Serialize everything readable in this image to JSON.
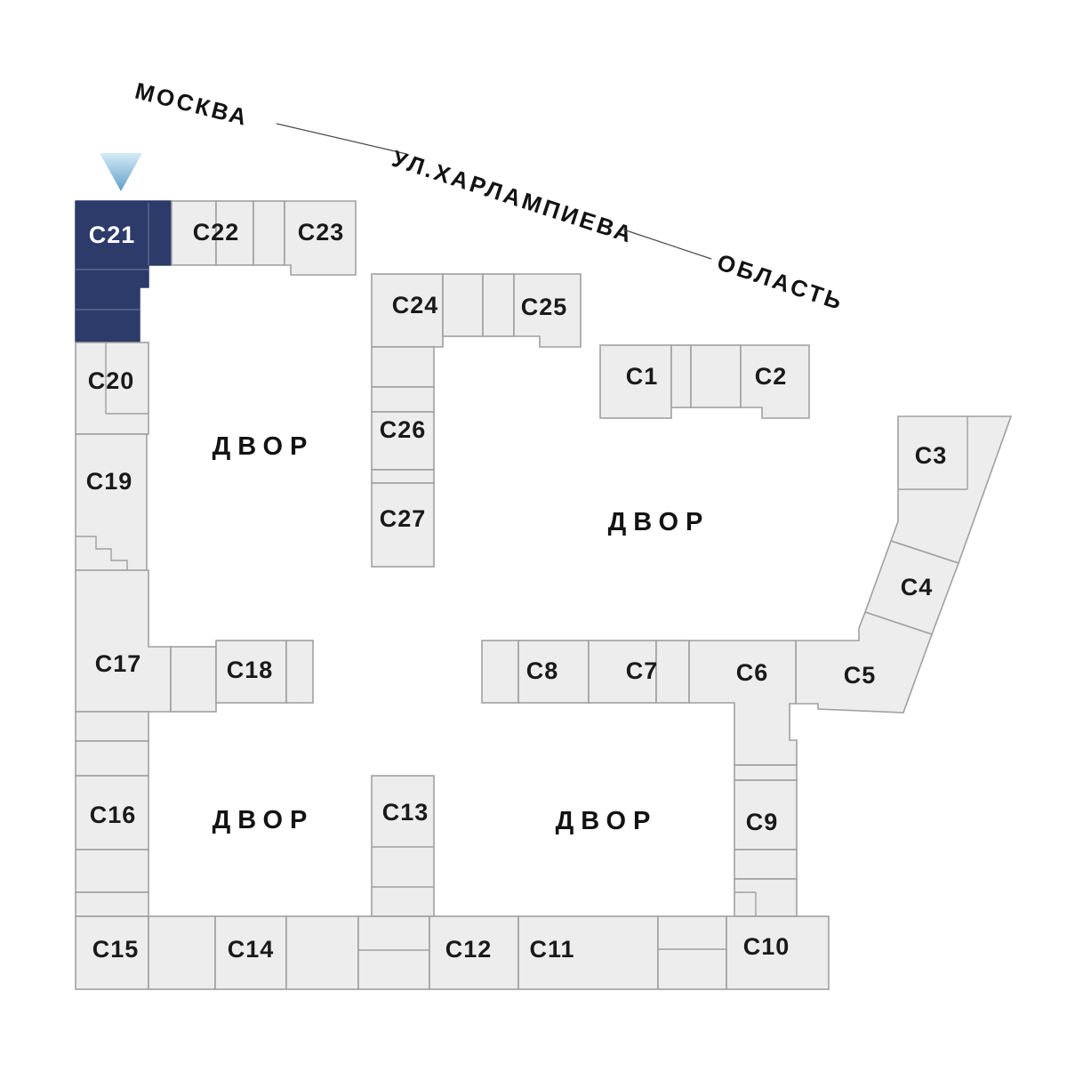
{
  "plan": {
    "streets": {
      "left": "МОСКВА",
      "center": "УЛ.ХАРЛАМПИЕВА",
      "right": "ОБЛАСТЬ"
    },
    "courtyard_label": "ДВОР",
    "highlighted_building": "С21",
    "colors": {
      "highlight_fill": "#2c3b69",
      "building_fill": "#ededed",
      "building_stroke": "#a0a0a0",
      "marker_top": "#d6ebf7",
      "marker_bottom": "#5f9fc7"
    },
    "buildings": {
      "c1": {
        "label": "С1"
      },
      "c2": {
        "label": "С2"
      },
      "c3": {
        "label": "С3"
      },
      "c4": {
        "label": "С4"
      },
      "c5": {
        "label": "С5"
      },
      "c6": {
        "label": "С6"
      },
      "c7": {
        "label": "С7"
      },
      "c8": {
        "label": "С8"
      },
      "c9": {
        "label": "С9"
      },
      "c10": {
        "label": "С10"
      },
      "c11": {
        "label": "С11"
      },
      "c12": {
        "label": "С12"
      },
      "c13": {
        "label": "С13"
      },
      "c14": {
        "label": "С14"
      },
      "c15": {
        "label": "С15"
      },
      "c16": {
        "label": "С16"
      },
      "c17": {
        "label": "С17"
      },
      "c18": {
        "label": "С18"
      },
      "c19": {
        "label": "С19"
      },
      "c20": {
        "label": "С20"
      },
      "c21": {
        "label": "С21"
      },
      "c22": {
        "label": "С22"
      },
      "c23": {
        "label": "С23"
      },
      "c24": {
        "label": "С24"
      },
      "c25": {
        "label": "С25"
      },
      "c26": {
        "label": "С26"
      },
      "c27": {
        "label": "С27"
      }
    }
  }
}
